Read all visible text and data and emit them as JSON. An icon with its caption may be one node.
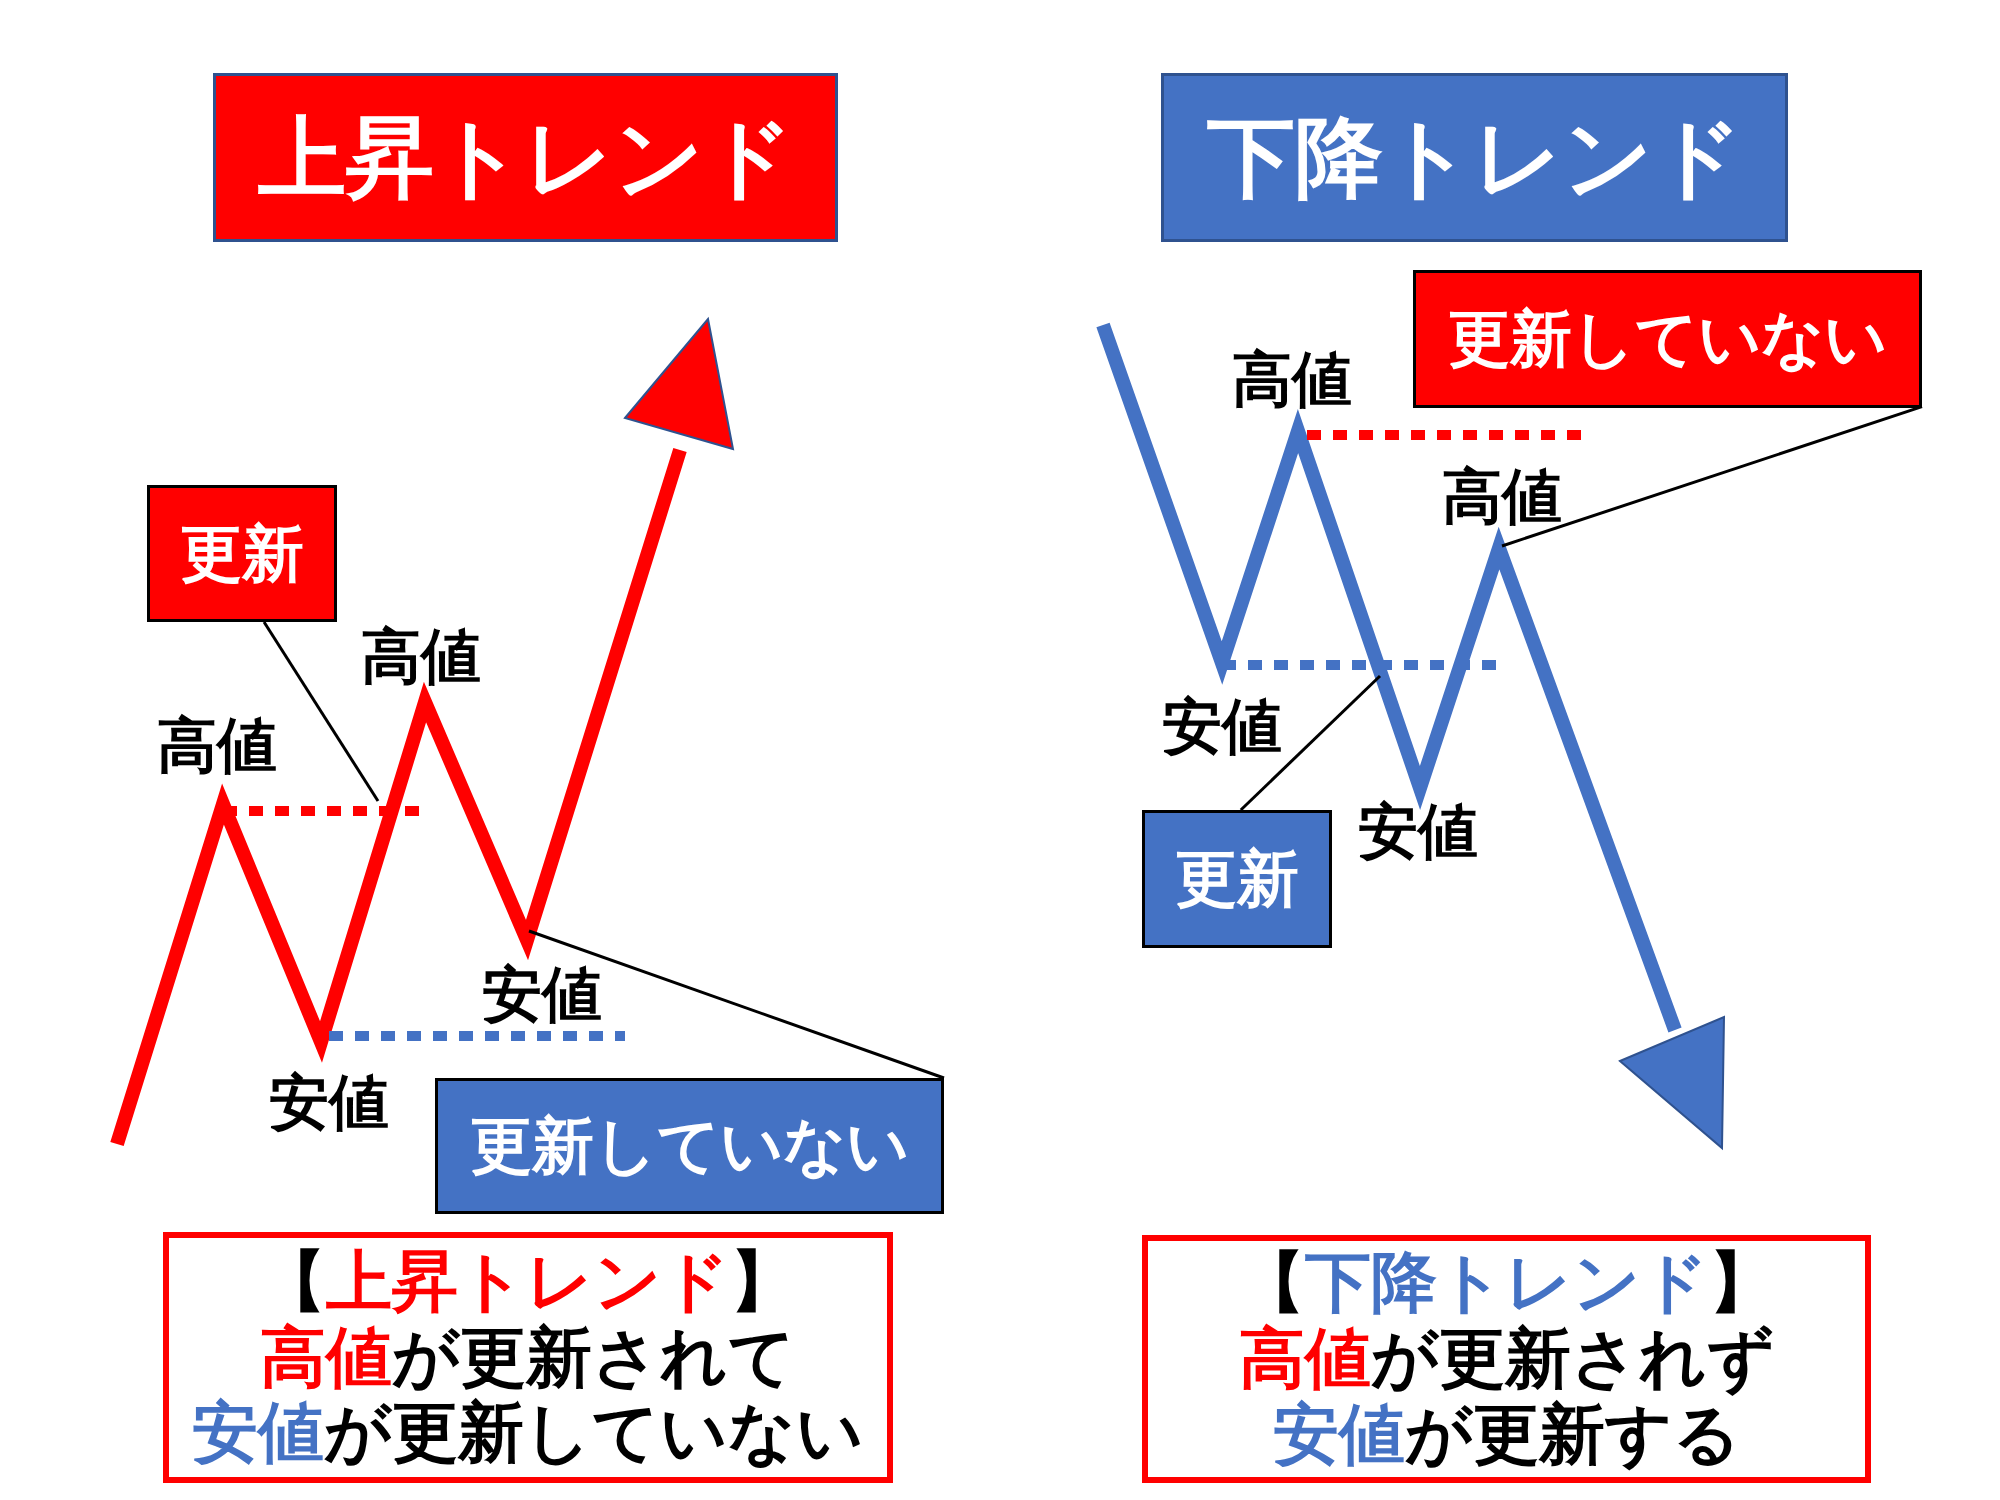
{
  "diagram": {
    "nodes": [
      {
        "text": [
          "上昇トレンド"
        ]
      },
      {
        "text": [
          "更新"
        ]
      },
      {
        "text": [
          "更新していない"
        ]
      },
      {
        "text": [
          "【上昇トレンド】",
          "高値が更新されて",
          "安値が更新していない"
        ]
      },
      {
        "text": [
          "下降トレンド"
        ]
      },
      {
        "text": [
          "更新していない"
        ]
      },
      {
        "text": [
          "更新"
        ]
      },
      {
        "text": [
          "【下降トレンド】",
          "高値が更新されず",
          "安値が更新する"
        ]
      }
    ],
    "edges": [
      {
        "from": 1,
        "to": null,
        "arrow": "none"
      },
      {
        "from": 2,
        "to": null,
        "arrow": "none"
      },
      {
        "from": 5,
        "to": null,
        "arrow": "none"
      },
      {
        "from": 6,
        "to": null,
        "arrow": "none"
      }
    ],
    "labels": [
      "高値",
      "高値",
      "安値",
      "安値",
      "高値",
      "高値",
      "安値",
      "安値"
    ]
  }
}
